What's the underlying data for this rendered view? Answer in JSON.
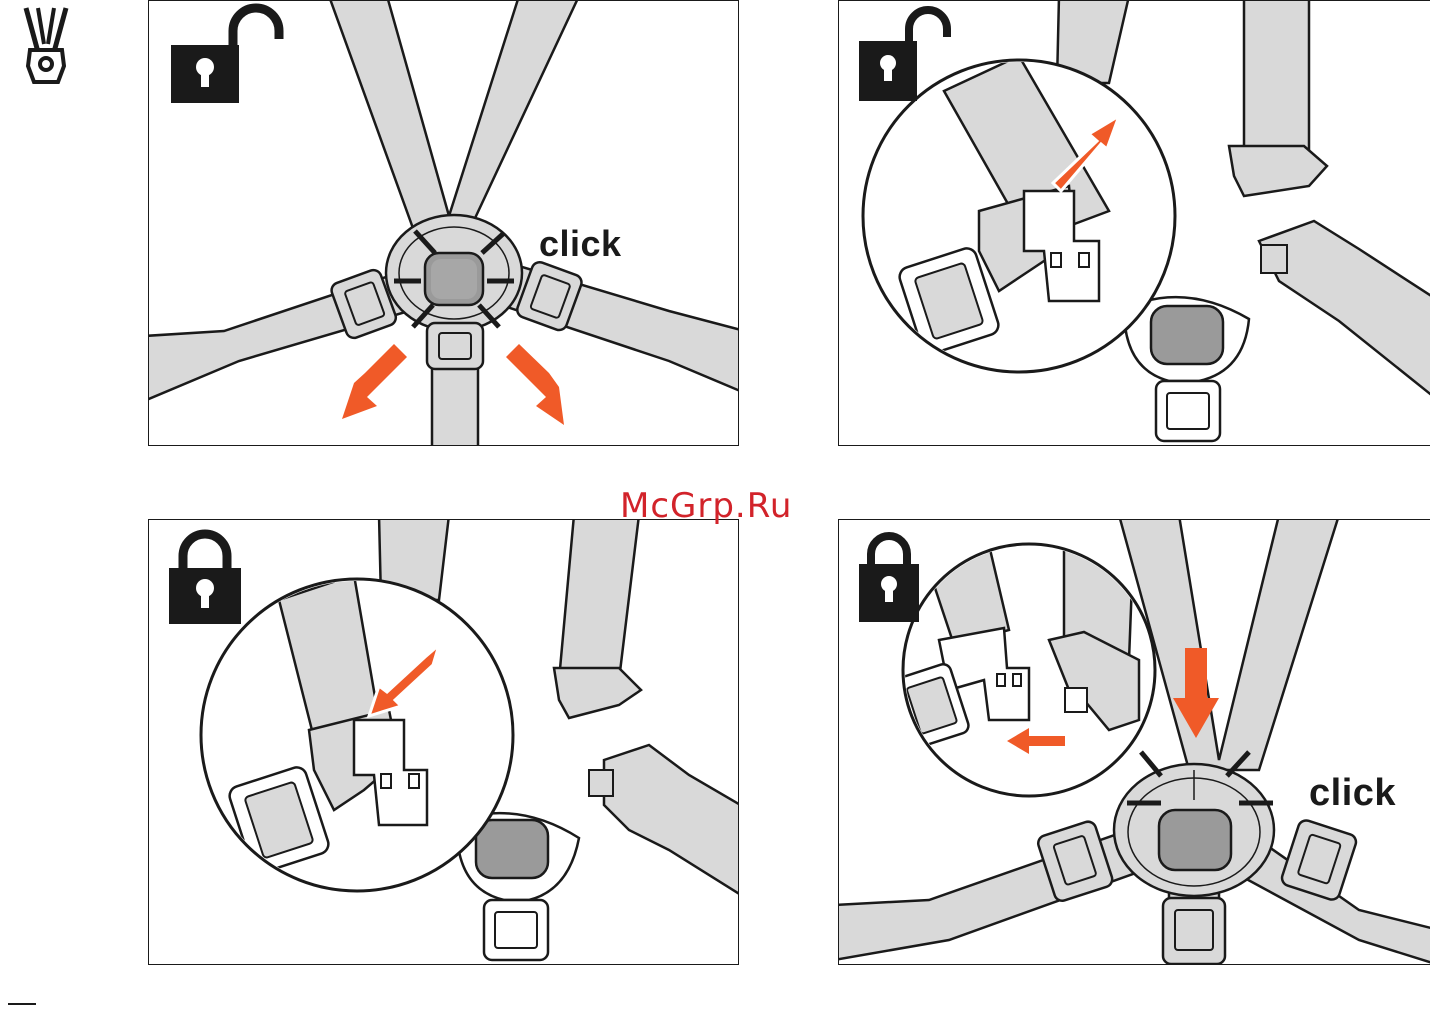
{
  "watermark": "McGrp.Ru",
  "colors": {
    "strap": "#d9d9d9",
    "outline": "#1a1a1a",
    "arrow": "#f05a28",
    "watermark": "#d2232a"
  },
  "icons": {
    "corner": "harness-clip-icon",
    "unlocked": "padlock-open-icon",
    "locked": "padlock-closed-icon"
  },
  "panels": [
    {
      "id": "panel-1",
      "state": "unlocked",
      "label": "click"
    },
    {
      "id": "panel-2",
      "state": "unlocked",
      "label": ""
    },
    {
      "id": "panel-3",
      "state": "locked",
      "label": ""
    },
    {
      "id": "panel-4",
      "state": "locked",
      "label": "click"
    }
  ]
}
